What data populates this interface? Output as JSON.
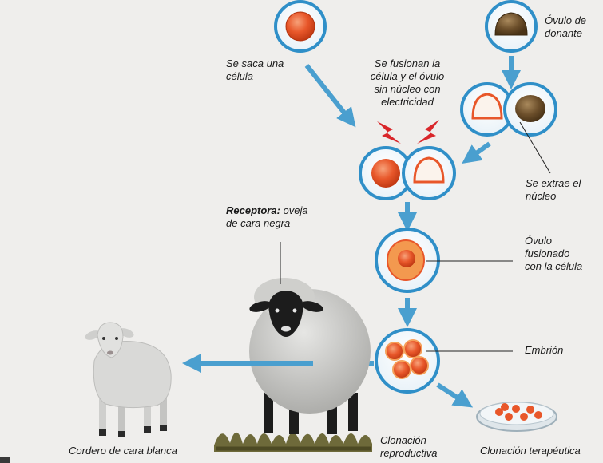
{
  "labels": {
    "donor_egg": [
      "Óvulo de",
      "donante"
    ],
    "cell_taken": [
      "Se saca una",
      "célula"
    ],
    "fusion": [
      "Se fusionan la",
      "célula y el óvulo",
      "sin núcleo con",
      "electricidad"
    ],
    "nucleus_removed": [
      "Se extrae el",
      "núcleo"
    ],
    "receptor_bold": "Receptora:",
    "receptor_rest": "oveja",
    "receptor_line2": "de cara negra",
    "fused_egg": [
      "Óvulo",
      "fusionado",
      "con la célula"
    ],
    "embryo": "Embrión",
    "white_lamb": "Cordero de cara blanca",
    "reproductive_cloning": [
      "Clonación",
      "reproductiva"
    ],
    "therapeutic_cloning": "Clonación terapéutica"
  },
  "colors": {
    "background": "#efeeec",
    "arrow": "#4a9fcf",
    "ring_outer": "#2f8fc8",
    "cell_orange": "#e8572a",
    "egg_brown": "#6b4e2a",
    "spark_red": "#d9262a",
    "black_sheep_wool": "#d0d0ce",
    "black_sheep_face": "#1c1c1c",
    "lamb_body": "#d9d9d7",
    "grass": "#6e6a3a"
  }
}
